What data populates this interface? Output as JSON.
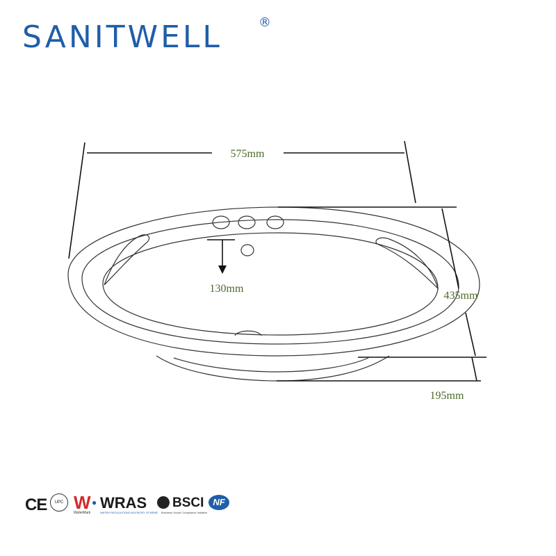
{
  "brand": {
    "name": "SANITWELL",
    "registered_mark": "®",
    "color": "#1f5ea9"
  },
  "drawing": {
    "dimensions": {
      "width": "575mm",
      "depth": "435mm",
      "bowl_depth": "130mm",
      "height": "195mm"
    },
    "line_color": "#333333",
    "label_color": "#4c6b2c"
  },
  "certifications": {
    "ce": "CE",
    "upc": "UPC",
    "watermark": "W",
    "watermark_sub": "WaterMark",
    "wras": "WRAS",
    "wras_sub": "WATER REGULATIONS ADVISORY SCHEME",
    "bsci": "BSCI",
    "bsci_sub": "Business Social Compliance Initiative",
    "nf": "NF"
  }
}
